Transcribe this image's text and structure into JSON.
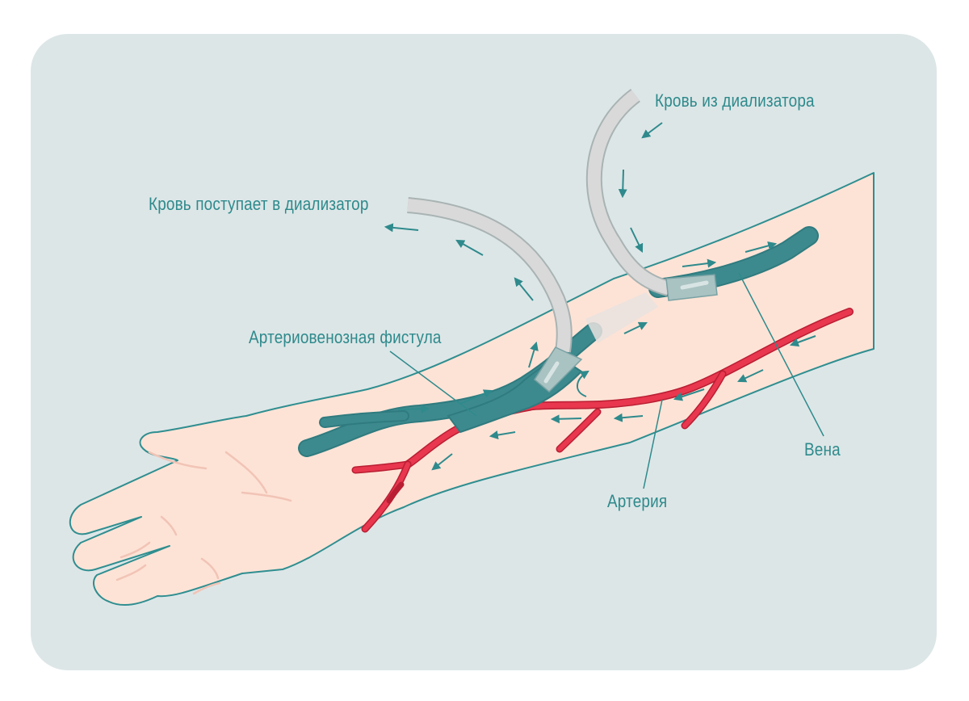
{
  "colors": {
    "panel": "#dde6e7",
    "skin": "#fde3d6",
    "skin_outline": "#2f8e90",
    "vein": "#3d8a8e",
    "vein_dark": "#2f7b7f",
    "artery": "#e8374e",
    "artery_dark": "#b91e33",
    "tube": "#d9d9d9",
    "tube_outline": "#a9b3b3",
    "needle": "#a9c2c2",
    "arrow": "#2e8a8c",
    "text": "#2e8a8c",
    "crease": "#f1c4b6"
  },
  "labels": {
    "blood_from_dialyzer": "Кровь из диализатора",
    "blood_to_dialyzer": "Кровь поступает в диализатор",
    "av_fistula": "Артериовенозная фистула",
    "vein": "Вена",
    "artery": "Артерия"
  },
  "icons": {
    "flow_arrow": "flow-arrow-icon",
    "curved_arrow": "curved-arrow-icon"
  }
}
